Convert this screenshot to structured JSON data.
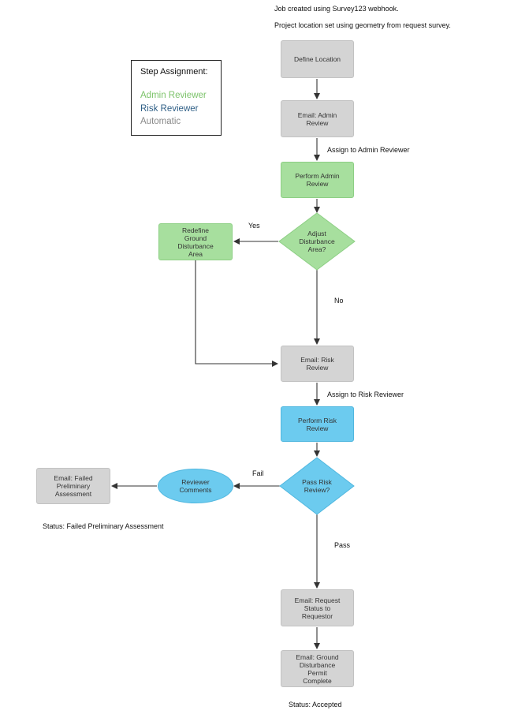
{
  "top_notes": {
    "line1": "Job created using Survey123 webhook.",
    "line2": "Project location set using geometry from request survey."
  },
  "legend": {
    "title": "Step Assignment:",
    "items": [
      {
        "label": "Admin Reviewer",
        "color": "#7cc36a"
      },
      {
        "label": "Risk Reviewer",
        "color": "#2f5f86"
      },
      {
        "label": "Automatic",
        "color": "#8a8a8a"
      }
    ]
  },
  "nodes": {
    "define_location": "Define Location",
    "email_admin_review": "Email: Admin\nReview",
    "perform_admin_review": "Perform Admin\nReview",
    "adjust_area": "Adjust\nDisturbance\nArea?",
    "redefine_area": "Redefine\nGround\nDisturbance\nArea",
    "email_risk_review": "Email: Risk\nReview",
    "perform_risk_review": "Perform Risk\nReview",
    "pass_risk_review": "Pass Risk\nReview?",
    "reviewer_comments": "Reviewer\nComments",
    "email_failed": "Email: Failed\nPreliminary\nAssessment",
    "email_request_status": "Email: Request\nStatus to\nRequestor",
    "email_permit_complete": "Email: Ground\nDisturbance\nPermit\nComplete"
  },
  "edge_labels": {
    "assign_admin": "Assign to Admin Reviewer",
    "yes": "Yes",
    "no": "No",
    "assign_risk": "Assign to Risk Reviewer",
    "fail": "Fail",
    "pass": "Pass"
  },
  "status_labels": {
    "failed": "Status: Failed Preliminary Assessment",
    "accepted": "Status: Accepted"
  },
  "colors": {
    "automatic_fill": "#d4d4d4",
    "admin_fill": "#a7df9e",
    "risk_fill": "#6ccbef",
    "connector": "#333333"
  }
}
